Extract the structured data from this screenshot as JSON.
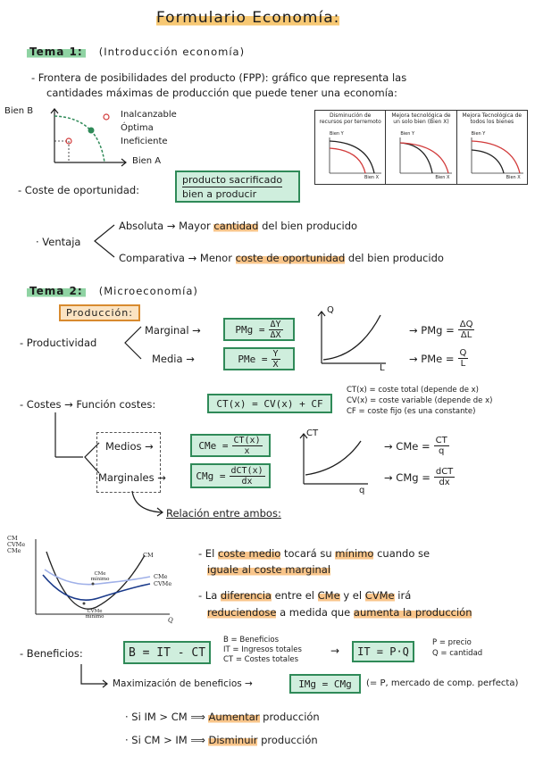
{
  "title": "Formulario Economía:",
  "tema1": {
    "tag": "Tema 1:",
    "subtitle": "(Introducción economía)",
    "fpp_line1": "- Frontera de posibilidades del producto (FPP): gráfico que representa las",
    "fpp_line2": "cantidades máximas de producción que puede tener una economía:",
    "graph": {
      "y_axis": "Bien B",
      "x_axis": "Bien A",
      "labels": [
        "Inalcanzable",
        "Óptima",
        "Ineficiente"
      ]
    },
    "panels": [
      {
        "title": "Disminución de recursos por terremoto",
        "y": "Bien Y",
        "x": "Bien X"
      },
      {
        "title": "Mejora tecnológica de un solo bien (Bien X)",
        "y": "Bien Y",
        "x": "Bien X"
      },
      {
        "title": "Mejora Tecnológica de todos los bienes",
        "y": "Bien Y",
        "x": "Bien X"
      }
    ],
    "coste_label": "- Coste de oportunidad:",
    "coste_box_line1": "producto sacrificado",
    "coste_box_line2": "bien a producir",
    "ventaja_label": "· Ventaja",
    "absoluta_pre": "Absoluta → Mayor",
    "absoluta_hl": "cantidad",
    "absoluta_post": "del bien producido",
    "comparativa_pre": "Comparativa → Menor",
    "comparativa_hl": "coste de oportunidad",
    "comparativa_post": "del bien producido"
  },
  "tema2": {
    "tag": "Tema 2:",
    "subtitle": "(Microeconomía)",
    "produccion_box": "Producción:",
    "productividad_label": "- Productividad",
    "marginal_label": "Marginal →",
    "media_label": "Media →",
    "pmg_lhs": "PMg =",
    "pmg_num": "ΔY",
    "pmg_den": "ΔX",
    "pme_lhs": "PMe =",
    "pme_num": "Y",
    "pme_den": "X",
    "q_axis": "Q",
    "l_axis": "L",
    "pmg2_lhs": "→ PMg =",
    "pmg2_num": "ΔQ",
    "pmg2_den": "ΔL",
    "pme2_lhs": "→ PMe =",
    "pme2_num": "Q",
    "pme2_den": "L",
    "costes_label": "- Costes → Función costes:",
    "ct_formula": "CT(x) = CV(x) + CF",
    "ct_notes": [
      "CT(x) = coste total (depende de x)",
      "CV(x) = coste variable (depende de x)",
      "CF = coste fijo (es una constante)"
    ],
    "medios_label": "Medios →",
    "marginales_label": "Marginales →",
    "cme_lhs": "CMe =",
    "cme_num": "CT(x)",
    "cme_den": "x",
    "cmg_lhs": "CMg =",
    "cmg_num": "dCT(x)",
    "cmg_den": "dx",
    "ct_axis": "CT",
    "q2_axis": "q",
    "cme2_lhs": "→ CMe =",
    "cme2_num": "CT",
    "cme2_den": "q",
    "cmg2_lhs": "→ CMg =",
    "cmg2_num": "dCT",
    "cmg2_den": "dx",
    "relacion_label": "Relación entre ambos:",
    "cost_graph": {
      "y_labels": [
        "CM",
        "CVMe",
        "CMe"
      ],
      "curves": [
        "CM",
        "CMe",
        "CVMe"
      ],
      "min1": "CMe mínimo",
      "min2": "CVMe mínimo",
      "x": "Q"
    },
    "rel1_a": "- El",
    "rel1_hl1": "coste medio",
    "rel1_b": "tocará su",
    "rel1_hl2": "mínimo",
    "rel1_c": "cuando se",
    "rel1_hl3": "iguale al coste marginal",
    "rel2_a": "- La",
    "rel2_hl1": "diferencia",
    "rel2_b": "entre el",
    "rel2_hl2": "CMe",
    "rel2_c": "y el",
    "rel2_hl3": "CVMe",
    "rel2_d": "irá",
    "rel2_hl4": "reduciendose",
    "rel2_e": "a medida que",
    "rel2_hl5": "aumenta la producción",
    "beneficios_label": "- Beneficios:",
    "b_formula": "B = IT - CT",
    "b_notes": [
      "B = Beneficios",
      "IT = Ingresos totales",
      "CT = Costes totales"
    ],
    "it_formula": "IT = P·Q",
    "pq_notes": [
      "P = precio",
      "Q = cantidad"
    ],
    "max_label": "Maximización de beneficios →",
    "max_formula": "IMg = CMg",
    "max_note": "(= P, mercado de comp. perfecta)",
    "si1_pre": "· Si IM > CM ⟹",
    "si1_hl": "Aumentar",
    "si1_post": "producción",
    "si2_pre": "· Si CM > IM ⟹",
    "si2_hl": "Disminuir",
    "si2_post": "producción"
  }
}
